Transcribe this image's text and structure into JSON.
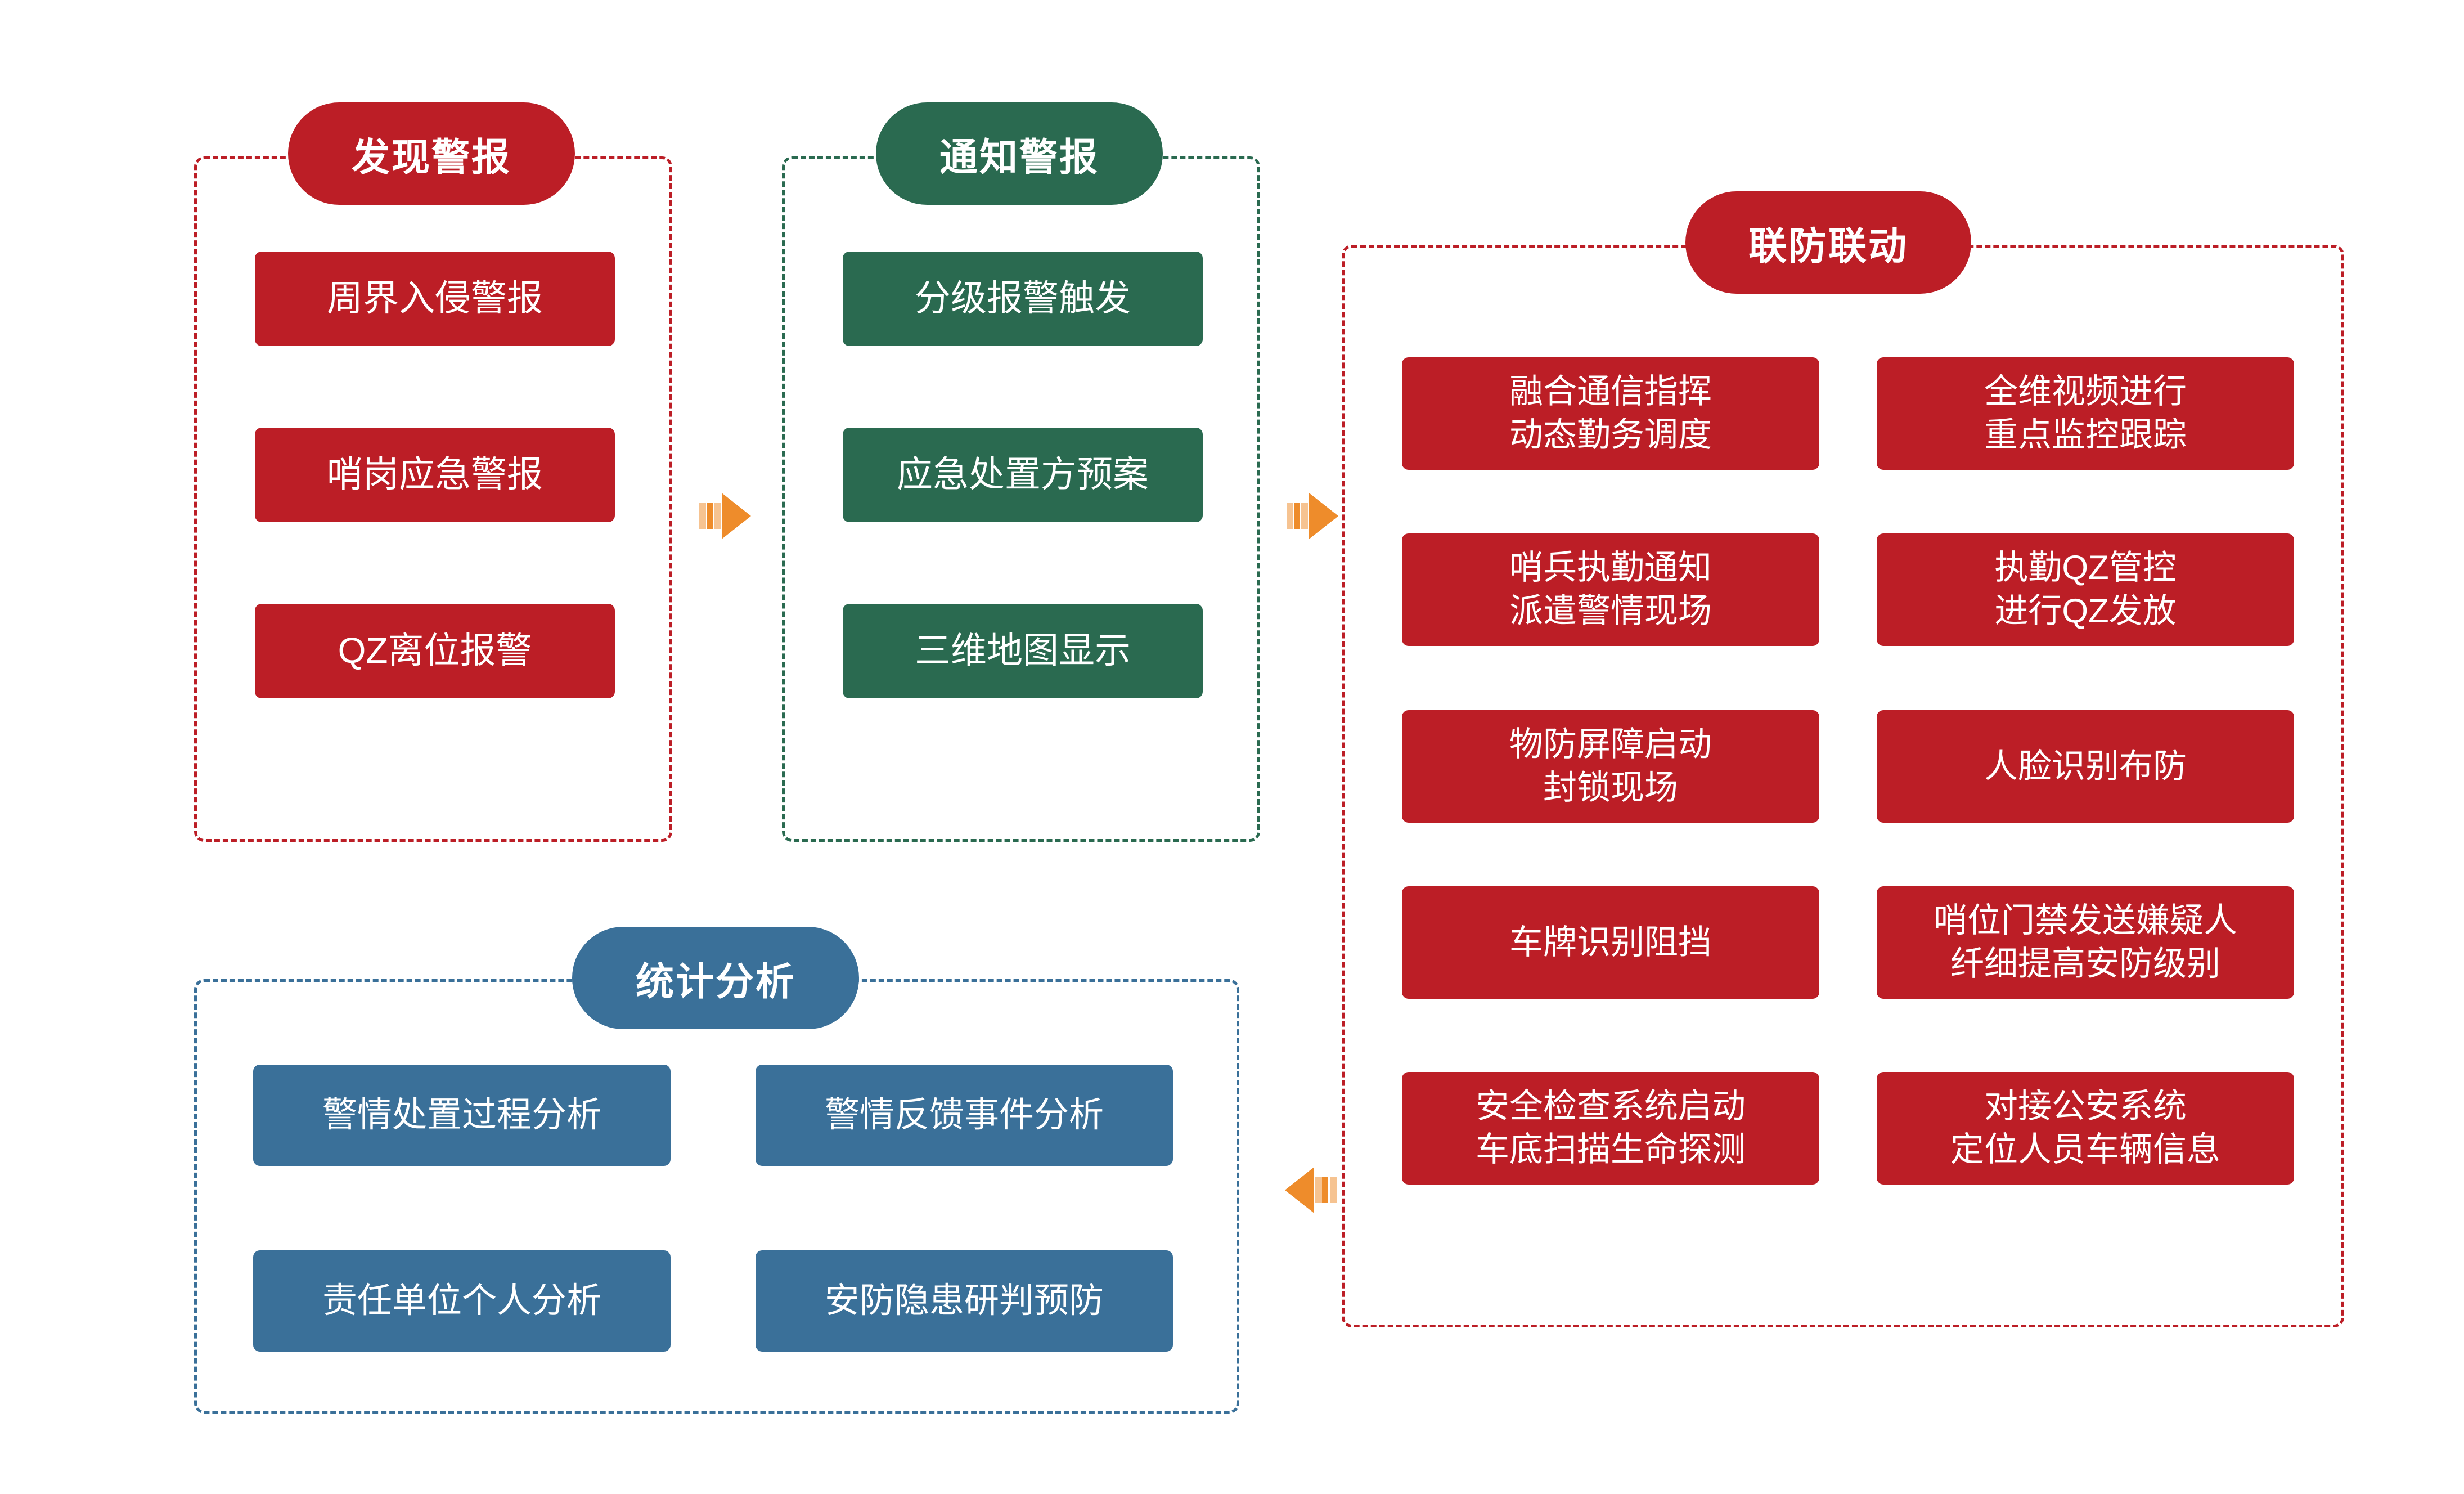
{
  "diagram": {
    "colors": {
      "red": "#BC1E26",
      "green": "#2A6A50",
      "blue": "#3A7099",
      "arrow": "#EE8C2B",
      "arrow_tail": "#F6C391",
      "background": "#FFFFFF"
    },
    "groups": [
      {
        "id": "discover-alarm",
        "title": "发现警报",
        "color": "red",
        "items": [
          "周界入侵警报",
          "哨岗应急警报",
          "QZ离位报警"
        ]
      },
      {
        "id": "notify-alarm",
        "title": "通知警报",
        "color": "green",
        "items": [
          "分级报警触发",
          "应急处置方预案",
          "三维地图显示"
        ]
      },
      {
        "id": "joint-defense",
        "title": "联防联动",
        "color": "red",
        "items_left": [
          "融合通信指挥\n动态勤务调度",
          "哨兵执勤通知\n派遣警情现场",
          "物防屏障启动\n封锁现场",
          "车牌识别阻挡",
          "安全检查系统启动\n车底扫描生命探测"
        ],
        "items_right": [
          "全维视频进行\n重点监控跟踪",
          "执勤QZ管控\n进行QZ发放",
          "人脸识别布防",
          "哨位门禁发送嫌疑人\n纤细提高安防级别",
          "对接公安系统\n定位人员车辆信息"
        ]
      },
      {
        "id": "statistics-analysis",
        "title": "统计分析",
        "color": "blue",
        "items_left": [
          "警情处置过程分析",
          "责任单位个人分析"
        ],
        "items_right": [
          "警情反馈事件分析",
          "安防隐患研判预防"
        ]
      }
    ],
    "arrows": [
      {
        "id": "arrow-discover-to-notify",
        "direction": "right",
        "icon": "arrow-right-icon"
      },
      {
        "id": "arrow-notify-to-joint",
        "direction": "right",
        "icon": "arrow-right-icon"
      },
      {
        "id": "arrow-joint-to-statistics",
        "direction": "left",
        "icon": "arrow-left-icon"
      }
    ]
  }
}
